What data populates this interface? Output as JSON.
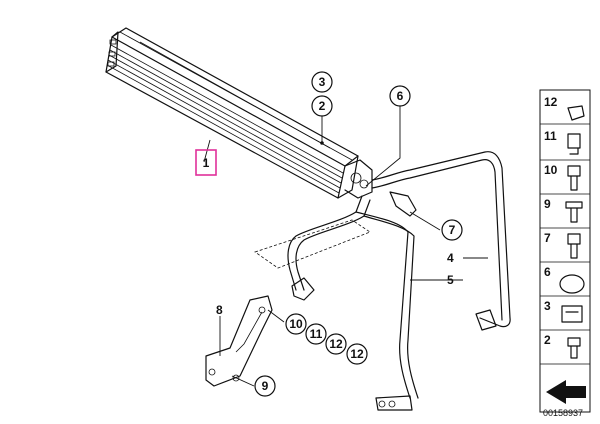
{
  "diagram": {
    "diagram_id": "00158937",
    "main_label": "1",
    "callouts": {
      "c3": "3",
      "c2": "2",
      "c6": "6",
      "c7": "7",
      "c10": "10",
      "c11": "11",
      "c12a": "12",
      "c12b": "12",
      "c9": "9"
    },
    "labels": {
      "l8": "8",
      "l4": "4",
      "l5": "5"
    },
    "legend": [
      "12",
      "11",
      "10",
      "9",
      "7",
      "6",
      "3",
      "2"
    ],
    "highlight_color": "#e0309a"
  }
}
